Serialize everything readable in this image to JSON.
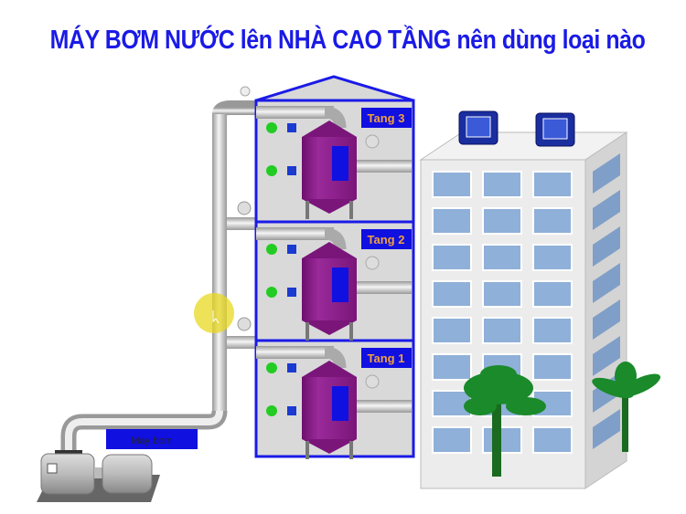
{
  "title": "MÁY BƠM NƯỚC lên NHÀ CAO TẦNG nên dùng loại nào",
  "floors": [
    {
      "label": "Tang 3"
    },
    {
      "label": "Tang 2"
    },
    {
      "label": "Tang 1"
    }
  ],
  "pump": {
    "label": "May bom"
  },
  "colors": {
    "title": "#1a1ae6",
    "frame": "#1a1ae6",
    "tank": "#8b1a8b",
    "indicator": "#22cc22",
    "label_text": "#f0a040",
    "building": "#e9e9e9",
    "window": "#8fb0d8"
  }
}
